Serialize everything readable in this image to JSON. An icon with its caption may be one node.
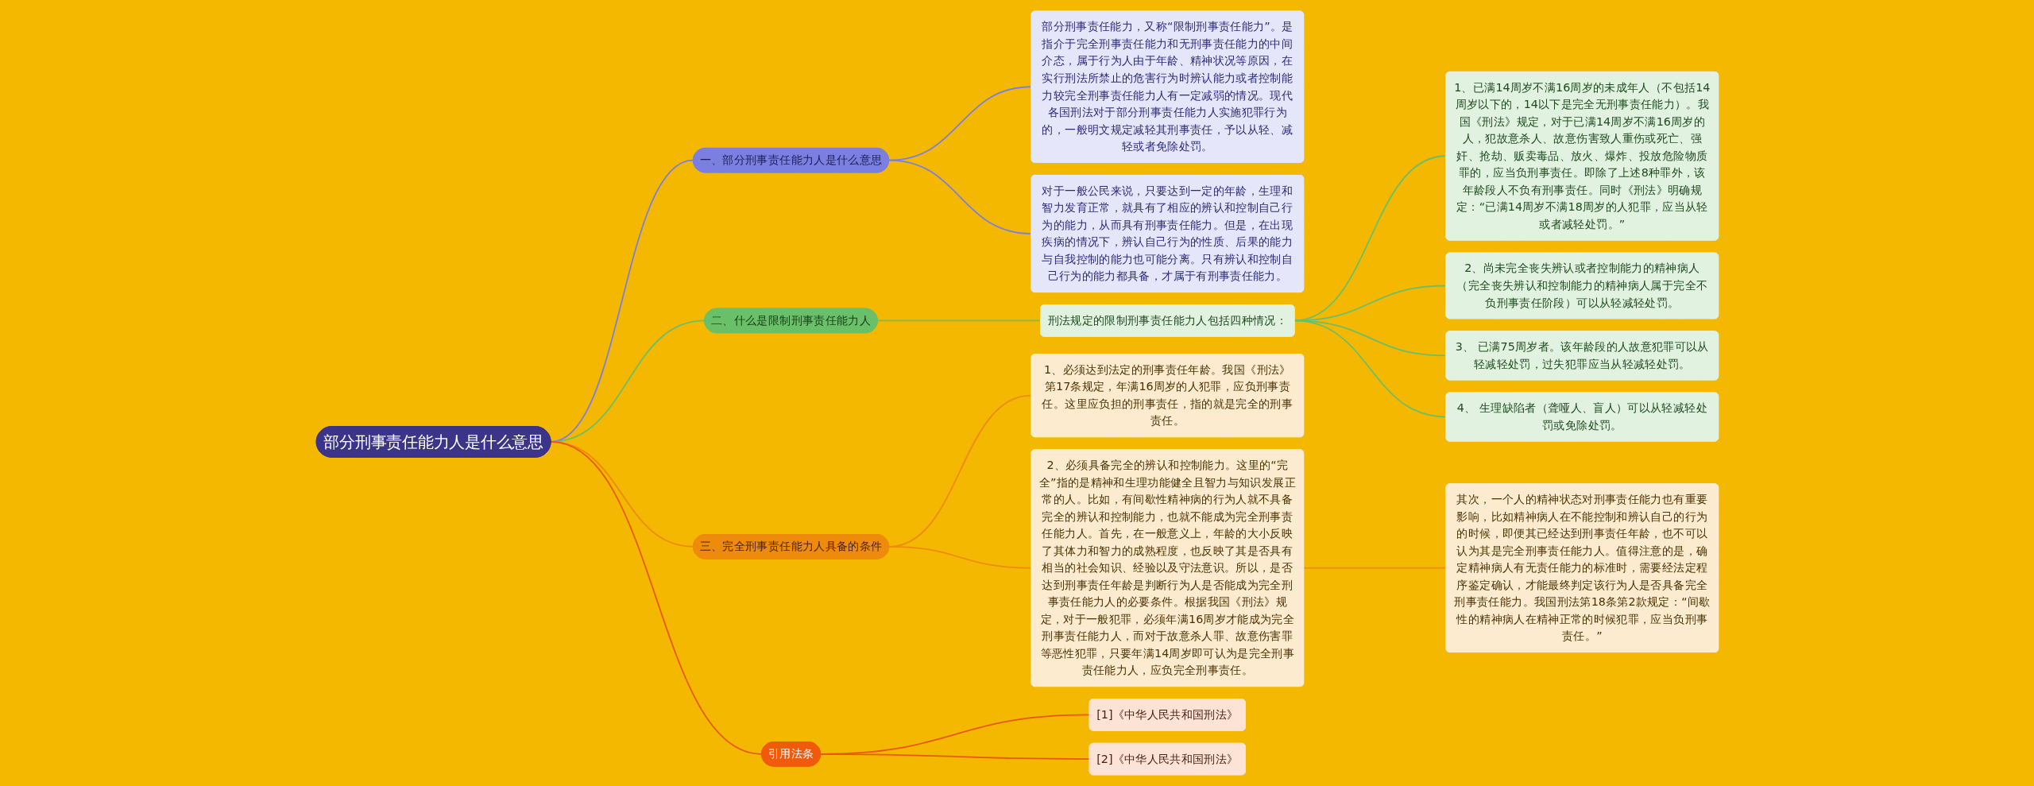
{
  "diagram": {
    "nodes": [
      {
        "text": [
          "部分刑事责任能力人是什么意思"
        ]
      },
      {
        "text": [
          "一、部分刑事责任能力人是什么意思"
        ]
      },
      {
        "text": [
          "部分刑事责任能力，又称“限制刑事责任能力”。是指介于完全刑事责任能力和无刑事责任能力的中间介态，属于行为人由于年龄、精神状况等原因，在实行刑法所禁止的危害行为时辨认能力或者控制能力较完全刑事责任能力人有一定减弱的情况。现代各国刑法对于部分刑事责任能力人实施犯罪行为的，一般明文规定减轻其刑事责任，予以从轻、减轻或者免除处罚。"
        ]
      },
      {
        "text": [
          "对于一般公民来说，只要达到一定的年龄，生理和智力发育正常，就具有了相应的辨认和控制自己行为的能力，从而具有刑事责任能力。但是，在出现疾病的情况下，辨认自己行为的性质、后果的能力与自我控制的能力也可能分离。只有辨认和控制自己行为的能力都具备，才属于有刑事责任能力。"
        ]
      },
      {
        "text": [
          "二、什么是限制刑事责任能力人"
        ]
      },
      {
        "text": [
          "刑法规定的限制刑事责任能力人包括四种情况："
        ]
      },
      {
        "text": [
          "1、已满14周岁不满16周岁的未成年人（不包括14周岁以下的，14以下是完全无刑事责任能力）。我国《刑法》规定，对于已满14周岁不满16周岁的人，犯故意杀人、故意伤害致人重伤或死亡、强奸、抢劫、贩卖毒品、放火、爆炸、投放危险物质罪的，应当负刑事责任。即除了上述8种罪外，该年龄段人不负有刑事责任。同时《刑法》明确规定：“已满14周岁不满18周岁的人犯罪，应当从轻或者减轻处罚。”"
        ]
      },
      {
        "text": [
          "2、尚未完全丧失辨认或者控制能力的精神病人（完全丧失辨认和控制能力的精神病人属于完全不负刑事责任阶段）可以从轻减轻处罚。"
        ]
      },
      {
        "text": [
          "3、 已满75周岁者。该年龄段的人故意犯罪可以从轻减轻处罚，过失犯罪应当从轻减轻处罚。"
        ]
      },
      {
        "text": [
          "4、 生理缺陷者（聋哑人、盲人）可以从轻减轻处罚或免除处罚。"
        ]
      },
      {
        "text": [
          "三、完全刑事责任能力人具备的条件"
        ]
      },
      {
        "text": [
          "1、必须达到法定的刑事责任年龄。我国《刑法》第17条规定，年满16周岁的人犯罪，应负刑事责任。这里应负担的刑事责任，指的就是完全的刑事责任。"
        ]
      },
      {
        "text": [
          "2、必须具备完全的辨认和控制能力。这里的“完全”指的是精神和生理功能健全且智力与知识发展正常的人。比如，有间歇性精神病的行为人就不具备完全的辨认和控制能力，也就不能成为完全刑事责任能力人。首先，在一般意义上，年龄的大小反映了其体力和智力的成熟程度，也反映了其是否具有相当的社会知识、经验以及守法意识。所以，是否达到刑事责任年龄是判断行为人是否能成为完全刑事责任能力人的必要条件。根据我国《刑法》规定，对于一般犯罪，必须年满16周岁才能成为完全刑事责任能力人，而对于故意杀人罪、故意伤害罪等恶性犯罪，只要年满14周岁即可认为是完全刑事责任能力人，应负完全刑事责任。"
        ]
      },
      {
        "text": [
          "其次，一个人的精神状态对刑事责任能力也有重要影响，比如精神病人在不能控制和辨认自己的行为的时候，即便其已经达到刑事责任年龄，也不可以认为其是完全刑事责任能力人。值得注意的是，确定精神病人有无责任能力的标准时，需要经法定程序鉴定确认，才能最终判定该行为人是否具备完全刑事责任能力。我国刑法第18条第2款规定：“间歇性的精神病人在精神正常的时候犯罪，应当负刑事责任。”"
        ]
      },
      {
        "text": [
          "引用法条"
        ]
      },
      {
        "text": [
          "[1]《中华人民共和国刑法》"
        ]
      },
      {
        "text": [
          "[2]《中华人民共和国刑法》"
        ]
      }
    ],
    "edges": [
      {
        "from": 0,
        "to": 1,
        "arrow": "none",
        "color": "#7b7fe0"
      },
      {
        "from": 1,
        "to": 2,
        "arrow": "none",
        "color": "#7b7fe0"
      },
      {
        "from": 1,
        "to": 3,
        "arrow": "none",
        "color": "#7b7fe0"
      },
      {
        "from": 0,
        "to": 4,
        "arrow": "none"
      },
      {
        "from": 4,
        "to": 5,
        "arrow": "none"
      },
      {
        "from": 5,
        "to": 6,
        "arrow": "none"
      },
      {
        "from": 5,
        "to": 7,
        "arrow": "none"
      },
      {
        "from": 5,
        "to": 8,
        "arrow": "none"
      },
      {
        "from": 5,
        "to": 9,
        "arrow": "none"
      },
      {
        "from": 0,
        "to": 10,
        "arrow": "none",
        "color": "#ee8a0c"
      },
      {
        "from": 10,
        "to": 11,
        "arrow": "none",
        "color": "#ee8a0c"
      },
      {
        "from": 10,
        "to": 12,
        "arrow": "none",
        "color": "#ee8a0c"
      },
      {
        "from": 12,
        "to": 13,
        "arrow": "none",
        "color": "#ee8a0c"
      },
      {
        "from": 0,
        "to": 14,
        "arrow": "none",
        "color": "#e8580a"
      },
      {
        "from": 14,
        "to": 15,
        "arrow": "none",
        "color": "#e8580a"
      },
      {
        "from": 14,
        "to": 16,
        "arrow": "none",
        "color": "#e8580a"
      }
    ]
  }
}
